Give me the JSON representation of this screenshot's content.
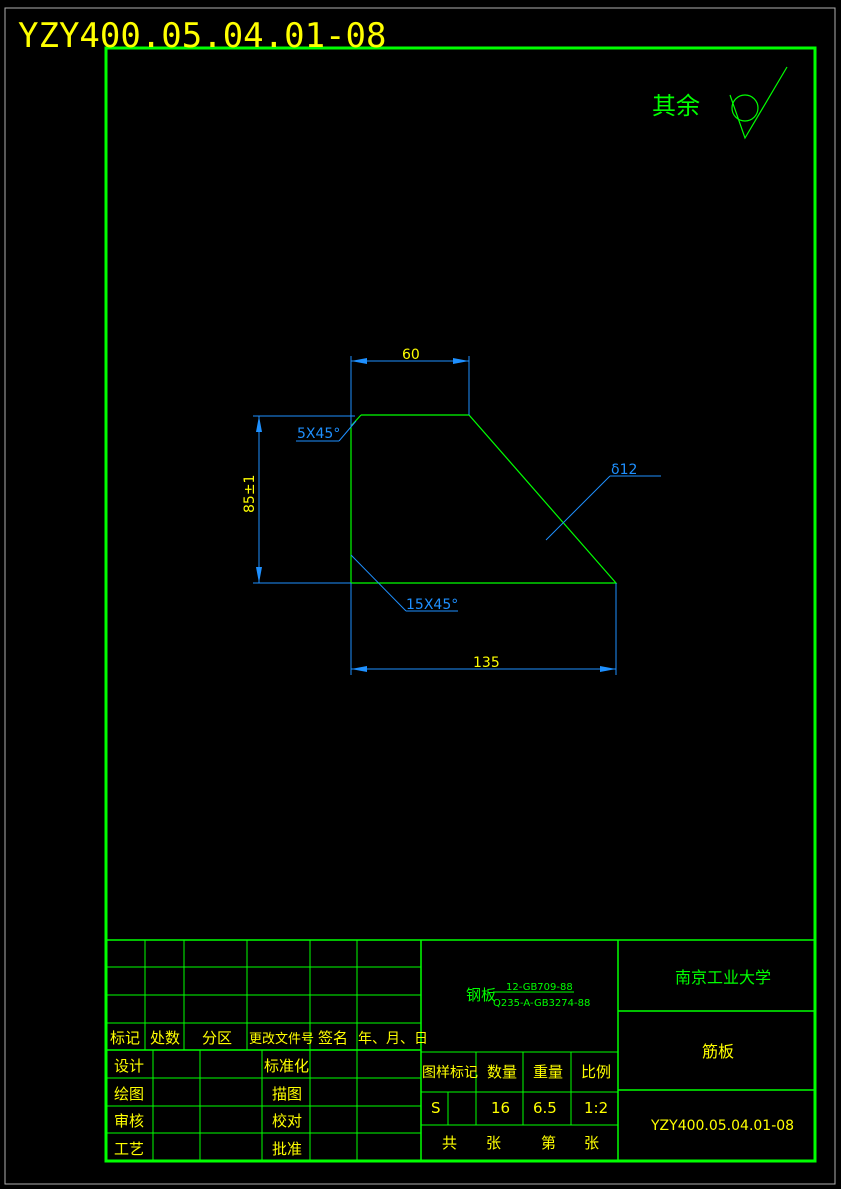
{
  "drawing_number_large": "YZY400.05.04.01-08",
  "surface_finish": {
    "label": "其余",
    "icon": "surface-roughness-symbol"
  },
  "dimensions": {
    "top_width": "60",
    "chamfer_top": "5X45°",
    "thickness": "δ12",
    "height": "85±1",
    "chamfer_bottom": "15X45°",
    "bottom_width": "135"
  },
  "title_block": {
    "revision_headers": [
      "标记",
      "处数",
      "分区",
      "更改文件号",
      "签名",
      "年、月、日"
    ],
    "role_labels_left": [
      "设计",
      "绘图",
      "审核",
      "工艺"
    ],
    "role_labels_mid": [
      "标准化",
      "描图",
      "校对",
      "批准"
    ],
    "material_name": "钢板",
    "material_spec_top": "12-GB709-88",
    "material_spec_bottom": "Q235-A-GB3274-88",
    "info_headers": [
      "图样标记",
      "数量",
      "重量",
      "比例"
    ],
    "info_values": [
      "S",
      "",
      "16",
      "6.5",
      "1:2"
    ],
    "sheet_labels": [
      "共",
      "张",
      "第",
      "张"
    ],
    "organization": "南京工业大学",
    "part_name": "筋板",
    "drawing_number": "YZY400.05.04.01-08"
  },
  "colors": {
    "frame": "#00ff00",
    "text": "#ffff00",
    "dimension": "#1e90ff",
    "background": "#000000"
  }
}
